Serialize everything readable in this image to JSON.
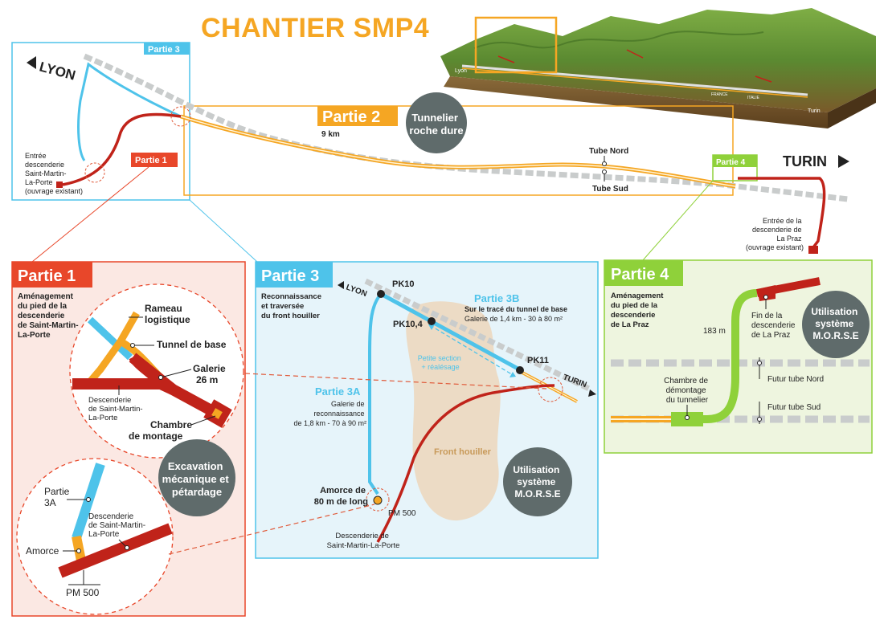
{
  "title": "CHANTIER SMP4",
  "colors": {
    "orange": "#f5a623",
    "blue": "#4ec3ea",
    "red": "#c0231a",
    "green": "#8fd13a",
    "grey": "#5f6b6b",
    "panel1_bg": "#fbe8e3",
    "panel3_bg": "#e6f4fa",
    "panel4_bg": "#eef5df"
  },
  "overview": {
    "lyon": "LYON",
    "turin": "TURIN",
    "partie1_tag": "Partie 1",
    "partie2_tag": "Partie 2",
    "partie3_tag": "Partie 3",
    "partie4_tag": "Partie 4",
    "length": "9 km",
    "tunnelier_line1": "Tunnelier",
    "tunnelier_line2": "roche dure",
    "tube_nord": "Tube Nord",
    "tube_sud": "Tube Sud",
    "entree_smlp": [
      "Entrée",
      "descenderie",
      "Saint-Martin-",
      "La-Porte",
      "(ouvrage existant)"
    ],
    "entree_praz": [
      "Entrée de la",
      "descenderie de",
      "La Praz",
      "(ouvrage existant)"
    ]
  },
  "relief": {
    "lyon": "Lyon",
    "turin": "Turin",
    "france": "FRANCE",
    "italie": "ITALIE"
  },
  "panel1": {
    "header": "Partie 1",
    "desc": [
      "Aménagement",
      "du pied de la",
      "descenderie",
      "de Saint-Martin-",
      "La-Porte"
    ],
    "rameau": [
      "Rameau",
      "logistique"
    ],
    "tunnel_base": "Tunnel de base",
    "galerie": [
      "Galerie",
      "26 m"
    ],
    "descenderie": [
      "Descenderie",
      "de Saint-Martin-",
      "La-Porte"
    ],
    "chambre": [
      "Chambre",
      "de montage"
    ],
    "excavation": [
      "Excavation",
      "mécanique et",
      "pétardage"
    ],
    "partie3a": [
      "Partie",
      "3A"
    ],
    "descenderie2": [
      "Descenderie",
      "de Saint-Martin-",
      "La-Porte"
    ],
    "amorce": "Amorce",
    "pm500": "PM 500"
  },
  "panel3": {
    "header": "Partie 3",
    "desc": [
      "Reconnaissance",
      "et traversée",
      "du front houiller"
    ],
    "lyon": "LYON",
    "turin": "TURIN",
    "pk10": "PK10",
    "pk104": "PK10,4",
    "pk11": "PK11",
    "partie3b_title": "Partie 3B",
    "partie3b_line1": "Sur le tracé du tunnel de base",
    "partie3b_line2": "Galerie de 1,4 km - 30 à 80 m²",
    "petite_section": [
      "Petite section",
      "+ réalésage"
    ],
    "partie3a_title": "Partie 3A",
    "partie3a_lines": [
      "Galerie de",
      "reconnaissance",
      "de 1,8 km - 70 à 90 m²"
    ],
    "front_houiller": "Front houiller",
    "morse": [
      "Utilisation",
      "système",
      "M.O.R.S.E"
    ],
    "amorce": [
      "Amorce de",
      "80 m de long"
    ],
    "pm500": "PM 500",
    "descenderie": [
      "Descenderie de",
      "Saint-Martin-La-Porte"
    ]
  },
  "panel4": {
    "header": "Partie 4",
    "desc": [
      "Aménagement",
      "du pied de la",
      "descenderie",
      "de La Praz"
    ],
    "length": "183 m",
    "fin": [
      "Fin de la",
      "descenderie",
      "de La Praz"
    ],
    "morse": [
      "Utilisation",
      "système",
      "M.O.R.S.E"
    ],
    "futur_nord": "Futur tube Nord",
    "futur_sud": "Futur tube Sud",
    "chambre": [
      "Chambre de",
      "démontage",
      "du tunnelier"
    ]
  }
}
